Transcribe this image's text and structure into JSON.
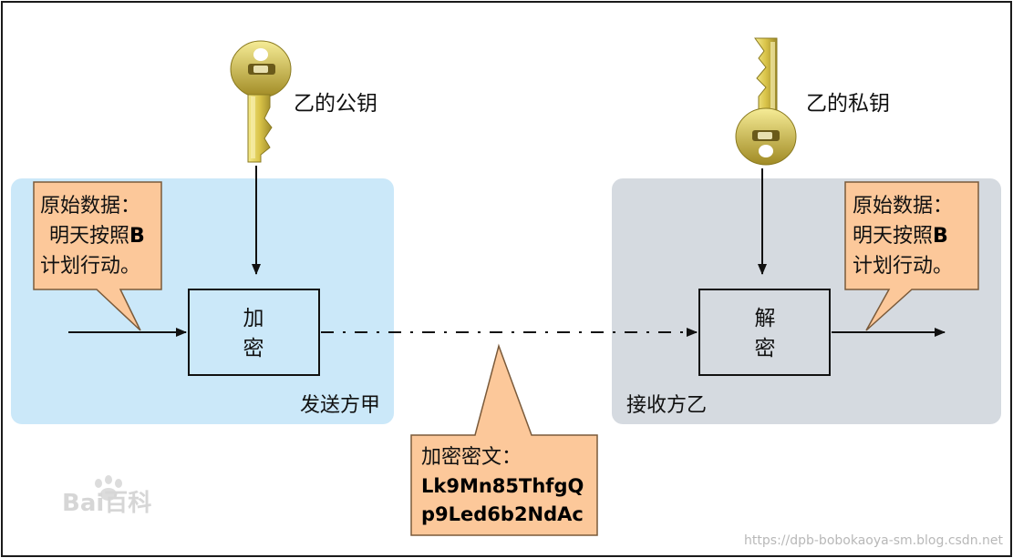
{
  "diagram": {
    "public_key_label": "乙的公钥",
    "private_key_label": "乙的私钥",
    "sender": {
      "region_label": "发送方甲",
      "callout_line1": "原始数据：",
      "callout_line2_prefix": "明天按照",
      "callout_line2_bold": "B",
      "callout_line3": "计划行动。",
      "box_line1": "加",
      "box_line2": "密"
    },
    "receiver": {
      "region_label": "接收方乙",
      "callout_line1": "原始数据：",
      "callout_line2_prefix": "明天按照",
      "callout_line2_bold": "B",
      "callout_line3": "计划行动。",
      "box_line1": "解",
      "box_line2": "密"
    },
    "ciphertext": {
      "title": "加密密文：",
      "line1": "Lk9Mn85ThfgQ",
      "line2": "p9Led6b2NdAc"
    }
  },
  "watermark": {
    "logo_text": "Bai百科",
    "source_url": "https://dpb-bobokaoya-sm.blog.csdn.net"
  },
  "colors": {
    "sender_region": "#cbe8f9",
    "receiver_region": "#d5dae0",
    "callout_fill": "#fcc89a",
    "callout_stroke": "#7a5a3a",
    "key_gold": "#d7c24a"
  }
}
